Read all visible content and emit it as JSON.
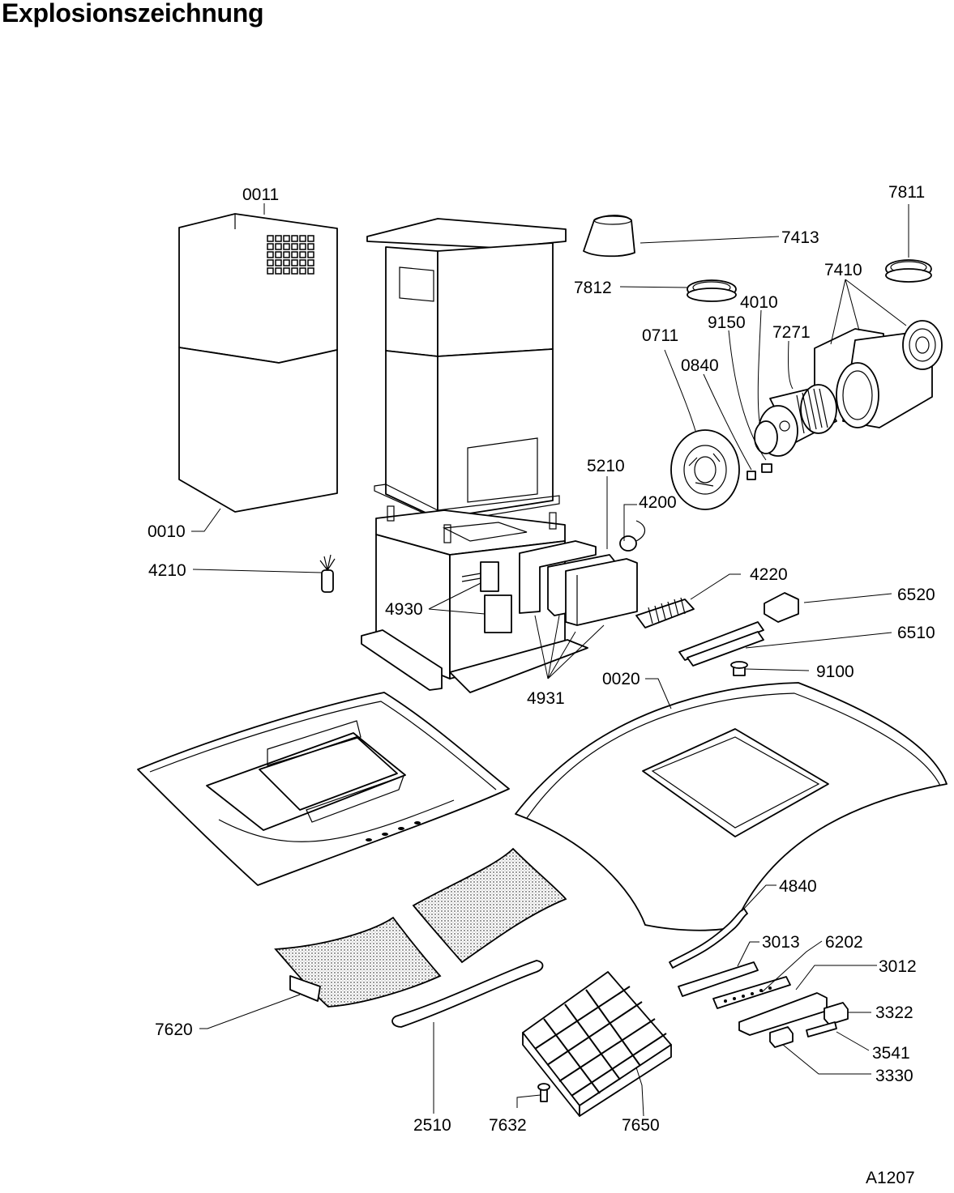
{
  "title": "Explosionszeichnung",
  "drawing_code": "A1207",
  "parts": [
    "0011",
    "0010",
    "4210",
    "7413",
    "7811",
    "7812",
    "7410",
    "4010",
    "9150",
    "7271",
    "0711",
    "0840",
    "5210",
    "4200",
    "4220",
    "6520",
    "6510",
    "9100",
    "4930",
    "4931",
    "0020",
    "4840",
    "3013",
    "6202",
    "3012",
    "3322",
    "3541",
    "3330",
    "7620",
    "2510",
    "7632",
    "7650"
  ]
}
